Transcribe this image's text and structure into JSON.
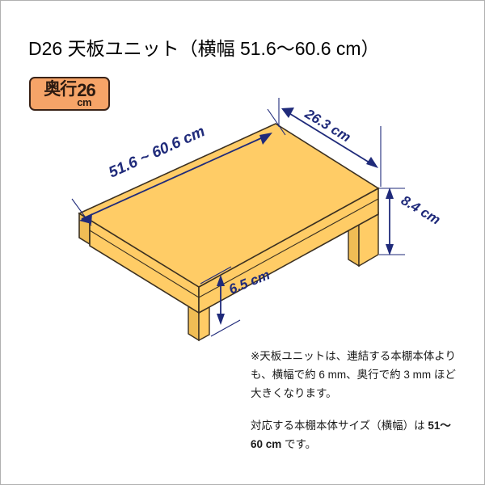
{
  "page": {
    "title": "D26 天板ユニット（横幅 51.6〜60.6 cm）"
  },
  "badge": {
    "label": "奥行",
    "number": "26",
    "unit": "cm"
  },
  "dimensions": {
    "width": "51.6 ~ 60.6 cm",
    "depth": "26.3 cm",
    "height_right": "8.4 cm",
    "height_front": "6.5 cm"
  },
  "notes": {
    "note1_part1": "※天板ユニットは、連結する本棚本体よりも、横幅で約 6 mm、奥行で約 3 mm ほど大きくなります。",
    "note2_part1": "対応する本棚本体サイズ（横幅）は ",
    "note2_strong": "51〜60 cm",
    "note2_part2": " です。"
  },
  "colors": {
    "wood_top": "#ffcc66",
    "wood_front": "#ffcc66",
    "wood_edge": "#f5c35c",
    "outline": "#3b3021",
    "dimension": "#1f2a7a",
    "badge_bg": "#f6a468",
    "badge_border": "#3a2318",
    "frame": "#b0b0b0"
  }
}
